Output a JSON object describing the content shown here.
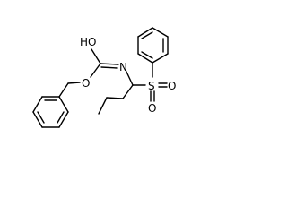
{
  "molecule": {
    "atom_labels": {
      "hydroxyl": "HO",
      "nitrogen": "N",
      "ester_oxygen": "O",
      "sulfur": "S",
      "sulfonyl_oxygen_top": "O",
      "sulfonyl_oxygen_right": "O"
    }
  },
  "colors": {
    "background": "#ffffff",
    "bond": "#000000",
    "label": "#000000"
  }
}
